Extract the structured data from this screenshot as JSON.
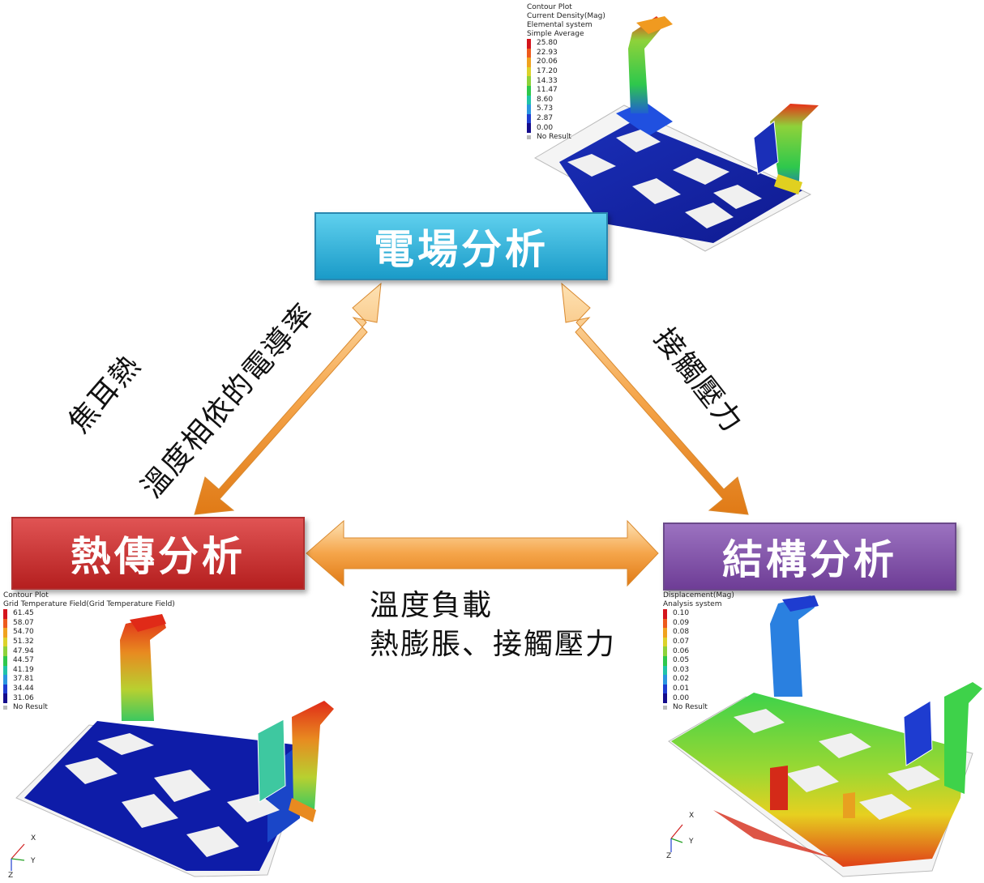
{
  "boxes": {
    "electric": "電場分析",
    "thermal": "熱傳分析",
    "structural": "結構分析"
  },
  "labels": {
    "left_line1": "焦耳熱",
    "left_line2": "溫度相依的電導率",
    "right": "接觸壓力",
    "bottom_line1": "溫度負載",
    "bottom_line2": "熱膨脹、接觸壓力"
  },
  "electric_plot": {
    "header": [
      "Contour Plot",
      "Current Density(Mag)",
      "Elemental system",
      "Simple Average"
    ],
    "values": [
      "25.80",
      "22.93",
      "20.06",
      "17.20",
      "14.33",
      "11.47",
      "8.60",
      "5.73",
      "2.87",
      "0.00"
    ],
    "no_result": "No Result"
  },
  "thermal_plot": {
    "header": [
      "Contour Plot",
      "Grid Temperature Field(Grid Temperature Field)"
    ],
    "values": [
      "61.45",
      "58.07",
      "54.70",
      "51.32",
      "47.94",
      "44.57",
      "41.19",
      "37.81",
      "34.44",
      "31.06"
    ],
    "no_result": "No Result"
  },
  "structural_plot": {
    "header": [
      "Displacement(Mag)",
      "Analysis system"
    ],
    "values": [
      "0.10",
      "0.09",
      "0.08",
      "0.07",
      "0.06",
      "0.05",
      "0.03",
      "0.02",
      "0.01",
      "0.00"
    ],
    "no_result": "No Result"
  },
  "axis_triad": {
    "x": "X",
    "y": "Y",
    "z": "Z"
  },
  "colors": {
    "arrow": "#f39b3c",
    "electric_box": "#29a8d4",
    "thermal_box": "#c83232",
    "structural_box": "#7c4fa6",
    "scale": [
      "#d4141c",
      "#ee5a1c",
      "#f0a21e",
      "#dcd22a",
      "#8ed23a",
      "#2ec84c",
      "#20c4a8",
      "#2a96e0",
      "#1e3cd0",
      "#140c8c"
    ]
  }
}
